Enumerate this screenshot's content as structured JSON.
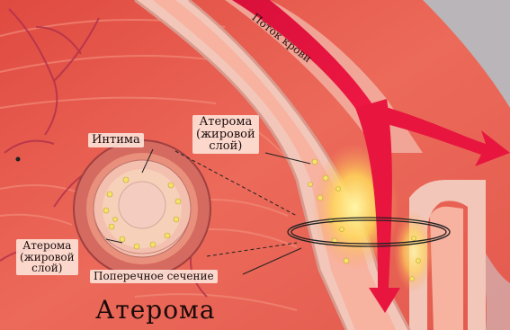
{
  "labels": {
    "blood_flow": "Поток крови",
    "atheroma_top": [
      "Атерома",
      "(жировой",
      "слой)"
    ],
    "intima": "Интима",
    "atheroma_left": [
      "Атерома",
      "(жировой",
      "слой)"
    ],
    "cross_section": "Поперечное сечение",
    "title": "Атерома"
  },
  "colors": {
    "tissue": "#e85a4f",
    "vessel_wall": "#f2c6b8",
    "lumen": "#f8b2a0",
    "blood": "#e8163e",
    "fat": "#f4e26a",
    "background_corner": "#b9b5b8"
  }
}
